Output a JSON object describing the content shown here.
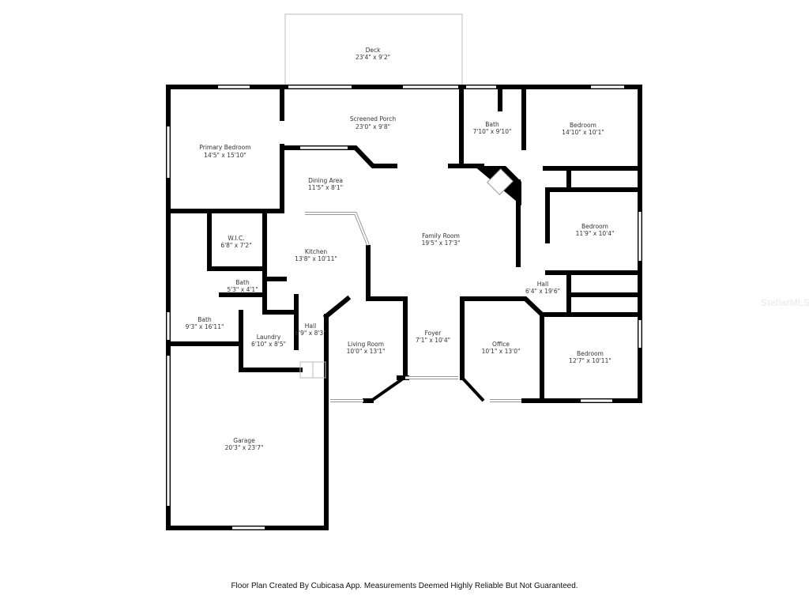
{
  "rooms": {
    "deck": {
      "name": "Deck",
      "dim": "23'4\" x 9'2\""
    },
    "screened_porch": {
      "name": "Screened Porch",
      "dim": "23'0\" x 9'8\""
    },
    "primary_bedroom": {
      "name": "Primary Bedroom",
      "dim": "14'5\" x 15'10\""
    },
    "dining_area": {
      "name": "Dining Area",
      "dim": "11'5\" x 8'1\""
    },
    "wic": {
      "name": "W.I.C.",
      "dim": "6'8\" x 7'2\""
    },
    "kitchen": {
      "name": "Kitchen",
      "dim": "13'8\" x 10'11\""
    },
    "bath_small": {
      "name": "Bath",
      "dim": "5'3\" x 4'1\""
    },
    "bath_primary": {
      "name": "Bath",
      "dim": "9'3\" x 16'11\""
    },
    "laundry": {
      "name": "Laundry",
      "dim": "6'10\" x 8'5\""
    },
    "hall_left": {
      "name": "Hall",
      "dim": "6'9\" x 8'3\""
    },
    "living_room": {
      "name": "Living Room",
      "dim": "10'0\" x 13'1\""
    },
    "family_room": {
      "name": "Family Room",
      "dim": "19'5\" x 17'3\""
    },
    "foyer": {
      "name": "Foyer",
      "dim": "7'1\" x 10'4\""
    },
    "office": {
      "name": "Office",
      "dim": "10'1\" x 13'0\""
    },
    "bath_upper": {
      "name": "Bath",
      "dim": "7'10\" x 9'10\""
    },
    "bedroom_1": {
      "name": "Bedroom",
      "dim": "14'10\" x 10'1\""
    },
    "bedroom_2": {
      "name": "Bedroom",
      "dim": "11'9\" x 10'4\""
    },
    "hall_right": {
      "name": "Hall",
      "dim": "6'4\" x 19'6\""
    },
    "bedroom_3": {
      "name": "Bedroom",
      "dim": "12'7\" x 10'11\""
    },
    "garage": {
      "name": "Garage",
      "dim": "20'3\" x 23'7\""
    }
  },
  "footer": "Floor Plan Created By Cubicasa App. Measurements Deemed Highly Reliable But Not Guaranteed.",
  "watermark": "StellarMLS"
}
